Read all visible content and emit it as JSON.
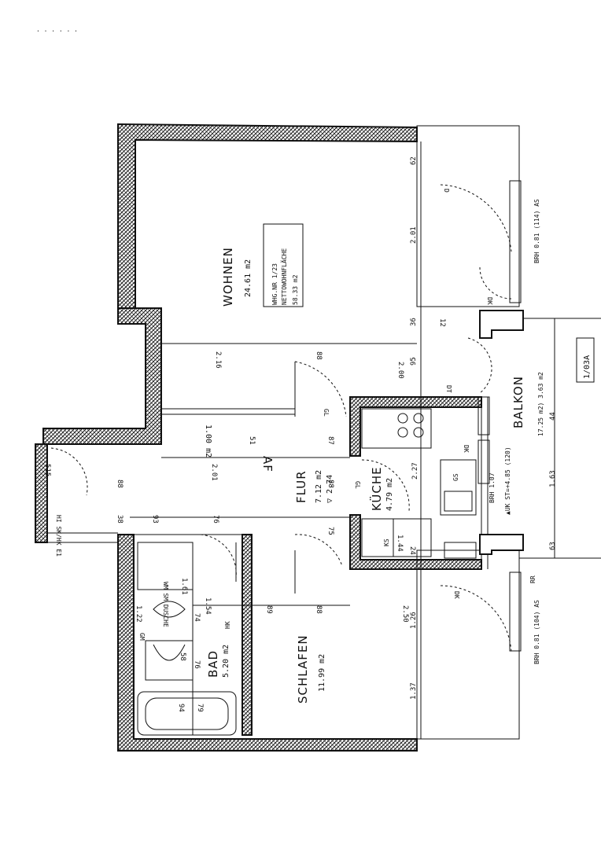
{
  "header_text": ". . . . . .",
  "rooms": {
    "wohnen": {
      "name": "WOHNEN",
      "area": "24.61 m2"
    },
    "flur": {
      "name": "FLUR",
      "area": "7.12 m2",
      "height": "▽ 2.74"
    },
    "kueche": {
      "name": "KÜCHE",
      "area": "4.79 m2"
    },
    "bad": {
      "name": "BAD",
      "area": "5.20 m2"
    },
    "schlafen": {
      "name": "SCHLAFEN",
      "area": "11.99 m2"
    },
    "balkon": {
      "name": "BALKON",
      "area": "17.25 m2) 3.63 m2"
    },
    "af": {
      "name": "AF",
      "area": "1.00 m2"
    }
  },
  "info_box": {
    "line1": "WHG.NR 1/23",
    "line2": "NETTOWOHNFLÄCHE",
    "line3": "58.33 m2"
  },
  "unit_label": "1/03A",
  "window_labels": {
    "top": "BRH 0.81 (114) AS",
    "bottom": "BRH 0.81 (104) AS",
    "kitchen": "BRH 1.07",
    "kitchen_uk": "▲UK ST=+4.85 (120)"
  },
  "misc_labels": {
    "hk": "HK",
    "dusche": "WM SM DUSCHE",
    "gm": "GM",
    "ks": "KS",
    "gs": "GS",
    "gl": "GL",
    "dt": "DT",
    "dk": "DK",
    "rr": "RR",
    "hsk": "HI SK/HK E1",
    "d": "D"
  },
  "dimensions": {
    "d201": "2.01",
    "d62": "62",
    "d95": "95",
    "d200": "2.00",
    "d88": "88",
    "d216": "2.16",
    "d51": "51",
    "d201b": "2.01",
    "d87": "87",
    "d88b": "88",
    "d75": "75",
    "d227": "2.27",
    "d144": "1.44",
    "d24": "24",
    "d126": "1.26",
    "d137": "1.37",
    "d250": "2.50",
    "d89": "89",
    "d88c": "88",
    "d161": "1.61",
    "d154": "1.54",
    "d122": "1.22",
    "d76": "76",
    "d94": "94",
    "d79": "79",
    "d58": "58",
    "d74": "74",
    "d93": "93",
    "d76b": "76",
    "d163": "1.63",
    "d63": "63",
    "d44": "44",
    "d36": "36",
    "d12": "12",
    "d515": "515",
    "d88d": "88",
    "d38": "38"
  },
  "colors": {
    "line": "#111111",
    "background": "#ffffff"
  }
}
